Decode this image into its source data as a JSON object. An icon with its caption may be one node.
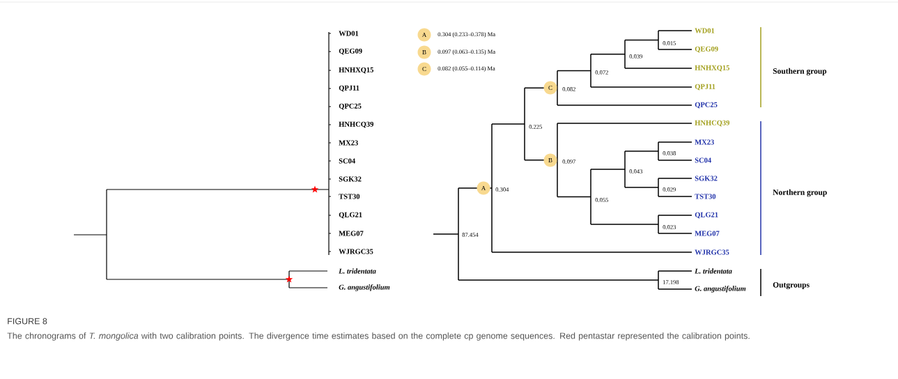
{
  "diagram": {
    "title": "FIGURE 8",
    "caption": "The chronograms of *T. mongolica* with two calibration points. The divergence time estimates based on the complete cp genome sequences. Red pentastar represented the calibration points.",
    "nodes": [
      {
        "text": [
          "A"
        ],
        "beside": [
          "0.304 (0.233–0.378) Ma"
        ]
      },
      {
        "text": [
          "B"
        ],
        "beside": [
          "0.097 (0.063–0.135) Ma"
        ]
      },
      {
        "text": [
          "C"
        ],
        "beside": [
          "0.082 (0.055–0.114) Ma"
        ]
      },
      {
        "text": [
          "C"
        ],
        "beside": [
          "0.082"
        ]
      },
      {
        "text": [
          "B"
        ],
        "beside": [
          "0.097"
        ]
      },
      {
        "text": [
          "A"
        ],
        "beside": [
          "0.304"
        ]
      }
    ],
    "labels": [
      "WD01",
      "QEG09",
      "HNHXQ15",
      "QPJ11",
      "QPC25",
      "HNHCQ39",
      "MX23",
      "SC04",
      "SGK32",
      "TST30",
      "QLG21",
      "MEG07",
      "WJRGC35",
      "L. tridentata",
      "G. angustifolium",
      "WD01",
      "QEG09",
      "HNHXQ15",
      "QPJ11",
      "QPC25",
      "HNHCQ39",
      "MX23",
      "SC04",
      "SGK32",
      "TST30",
      "QLG21",
      "MEG07",
      "WJRGC35",
      "L. tridentata",
      "G. angustifolium",
      "0.015",
      "0.039",
      "0.072",
      "0.225",
      "0.038",
      "0.043",
      "0.029",
      "0.055",
      "0.023",
      "87.454",
      "17.198",
      "Southern group",
      "Northern group",
      "Outgroups"
    ]
  }
}
